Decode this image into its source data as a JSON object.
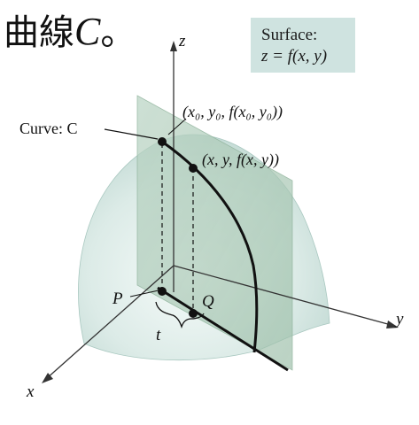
{
  "heading": {
    "text": "曲線",
    "var": "C",
    "punct": "。"
  },
  "legend": {
    "line1": "Surface:",
    "line2": "z = f(x, y)"
  },
  "labels": {
    "curve": "Curve: C",
    "point0": "(x₀, y₀, f(x₀, y₀))",
    "point": "(x, y, f(x, y))",
    "p": "P",
    "q": "Q",
    "t": "t",
    "x_axis": "x",
    "y_axis": "y",
    "z_axis": "z"
  },
  "colors": {
    "surface_light": "#e6f1ee",
    "surface_mid": "#c3dbd5",
    "plane": "#a8c6b4",
    "legend_bg": "#cfe3e0",
    "ink": "#111111"
  }
}
